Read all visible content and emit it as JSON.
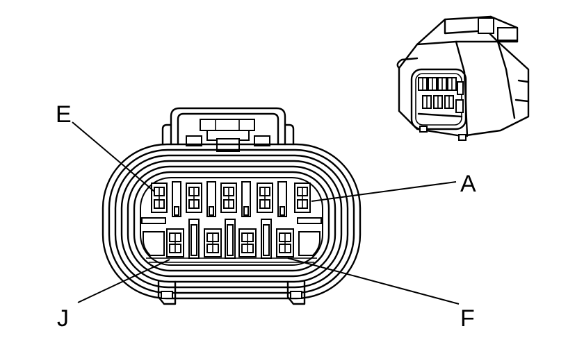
{
  "diagram": {
    "pin_labels": {
      "a": "A",
      "e": "E",
      "f": "F",
      "j": "J"
    },
    "colors": {
      "line": "#000000",
      "background": "#ffffff"
    }
  }
}
